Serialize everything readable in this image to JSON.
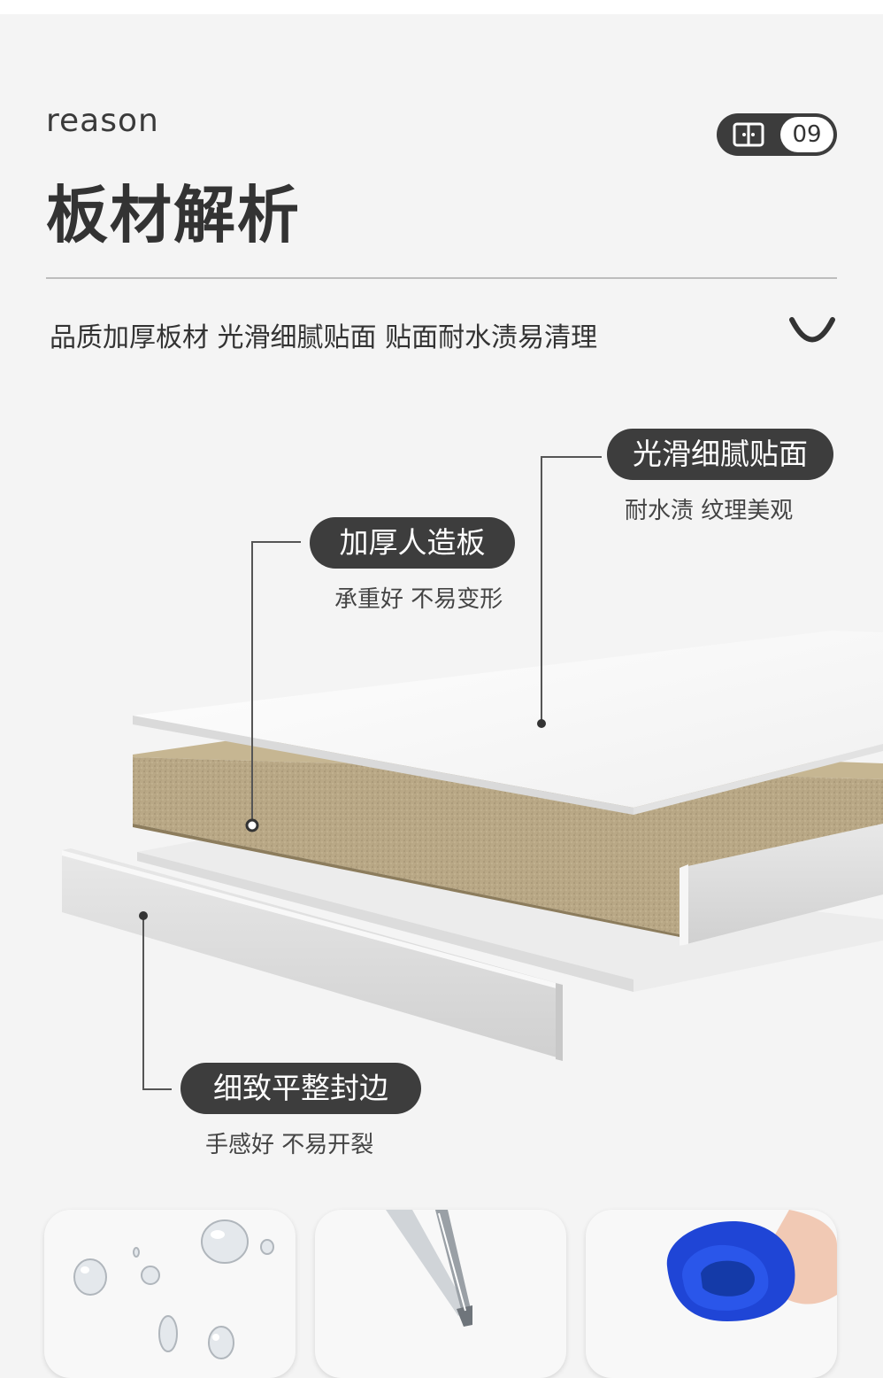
{
  "header": {
    "eyebrow": "reason",
    "page_number": "09",
    "title": "板材解析",
    "subtitle": "品质加厚板材 光滑细腻贴面 贴面耐水渍易清理"
  },
  "callouts": [
    {
      "label": "光滑细腻贴面",
      "caption": "耐水渍 纹理美观"
    },
    {
      "label": "加厚人造板",
      "caption": "承重好 不易变形"
    },
    {
      "label": "细致平整封边",
      "caption": "手感好 不易开裂"
    }
  ],
  "colors": {
    "background": "#f4f4f4",
    "pill": "#3d3d3d",
    "board_core": "#b9a886",
    "towel": "#1f45d6"
  },
  "icons": {
    "badge": "grid-icon",
    "decoration": "smile-icon"
  }
}
